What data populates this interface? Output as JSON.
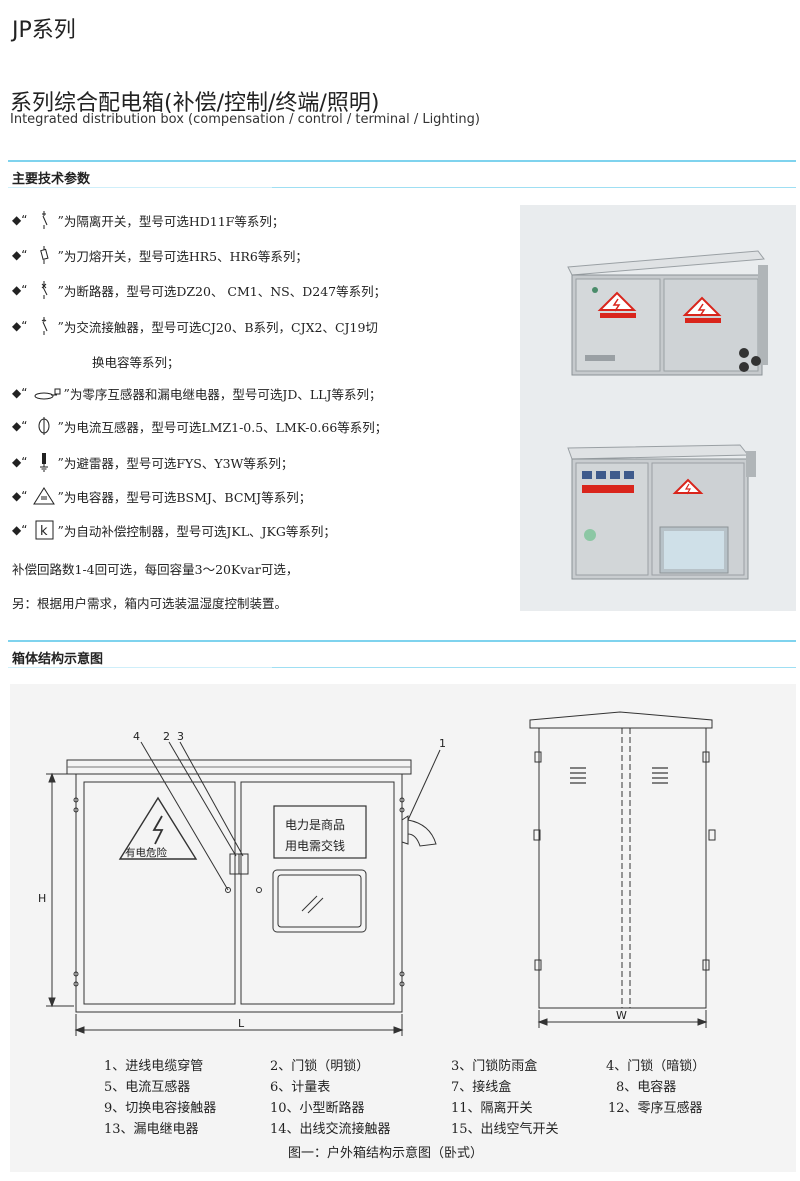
{
  "header": {
    "series": "JP系列",
    "title": "系列综合配电箱(补偿/控制/终端/照明)",
    "subtitle": "Integrated distribution box (compensation / control / terminal / Lighting)"
  },
  "sections": {
    "params_heading": "主要技术参数",
    "structure_heading": "箱体结构示意图"
  },
  "params": [
    {
      "icon": "isolating-switch-symbol",
      "text": "为隔离开关，型号可选HD11F等系列；"
    },
    {
      "icon": "fuse-switch-symbol",
      "text": "为刀熔开关，型号可选HR5、HR6等系列；"
    },
    {
      "icon": "circuit-breaker-symbol",
      "text": "为断路器，型号可选DZ20、 CM1、NS、D247等系列；"
    },
    {
      "icon": "contactor-symbol",
      "text": "为交流接触器，型号可选CJ20、B系列，CJX2、CJ19切"
    },
    {
      "icon": "zero-sequence-ct-symbol",
      "text": "为零序互感器和漏电继电器，型号可选JD、LLJ等系列；"
    },
    {
      "icon": "current-transformer-symbol",
      "text": "为电流互感器，型号可选LMZ1-0.5、LMK-0.66等系列；"
    },
    {
      "icon": "surge-arrester-symbol",
      "text": "为避雷器，型号可选FYS、Y3W等系列；"
    },
    {
      "icon": "capacitor-symbol",
      "text": "为电容器，型号可选BSMJ、BCMJ等系列；"
    },
    {
      "icon": "compensation-controller-symbol",
      "text": "为自动补偿控制器，型号可选JKL、JKG等系列；"
    }
  ],
  "param_prefix": "◆“",
  "param_quote_close": "”",
  "k_symbol": "k",
  "contactor_continuation": "换电容等系列；",
  "circuits_note": "补偿回路数1-4回可选，每回容量3～20Kvar可选，",
  "extra_note": "另：根据用户需求，箱内可选装温湿度控制装置。",
  "diagram": {
    "warning_label": "有电危险",
    "sign_line1": "电力是商品",
    "sign_line2": "用电需交钱",
    "callouts": {
      "c4": "4",
      "c2": "2",
      "c3": "3",
      "c1": "1"
    },
    "dim_h": "H",
    "dim_l": "L",
    "dim_w": "W",
    "legend": [
      [
        "1、进线电缆穿管",
        "2、门锁（明锁）",
        "3、门锁防雨盒",
        "4、门锁（暗锁）"
      ],
      [
        "5、电流互感器",
        "6、计量表",
        "7、接线盒",
        "8、电容器"
      ],
      [
        "9、切换电容接触器",
        "10、小型断路器",
        "11、隔离开关",
        "12、零序互感器"
      ],
      [
        "13、漏电继电器",
        "14、出线交流接触器",
        "15、出线空气开关",
        ""
      ]
    ],
    "caption": "图一：户外箱结构示意图（卧式）"
  },
  "colors": {
    "accent_line": "#7fd3ee",
    "cabinet_steel": "#c9cdd0",
    "warning_red": "#d9251c"
  }
}
